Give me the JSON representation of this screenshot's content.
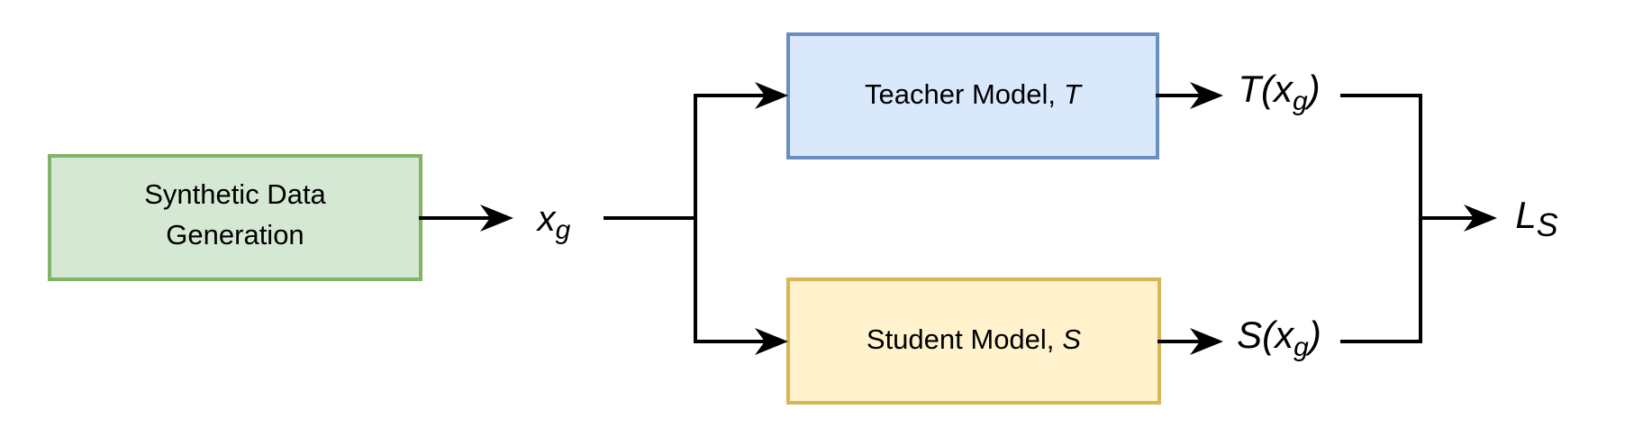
{
  "colors": {
    "background": "#ffffff",
    "line": "#000000",
    "text": "#000000",
    "green_fill": "#d5e8d4",
    "green_border": "#82b366",
    "blue_fill": "#dae8fc",
    "blue_border": "#6c8ebf",
    "yellow_fill": "#fff2cc",
    "yellow_border": "#d6b656"
  },
  "nodes": {
    "synthetic": {
      "line1": "Synthetic Data",
      "line2": "Generation"
    },
    "teacher": {
      "name": "Teacher Model,",
      "symbol": "T"
    },
    "student": {
      "name": "Student Model,",
      "symbol": "S"
    }
  },
  "labels": {
    "xg": {
      "main": "x",
      "sub": "g"
    },
    "txg": {
      "pre": "T(x",
      "sub": "g",
      "post": ")"
    },
    "sxg": {
      "pre": "S(x",
      "sub": "g",
      "post": ")"
    },
    "ls": {
      "main": "L",
      "sub": "S"
    }
  }
}
